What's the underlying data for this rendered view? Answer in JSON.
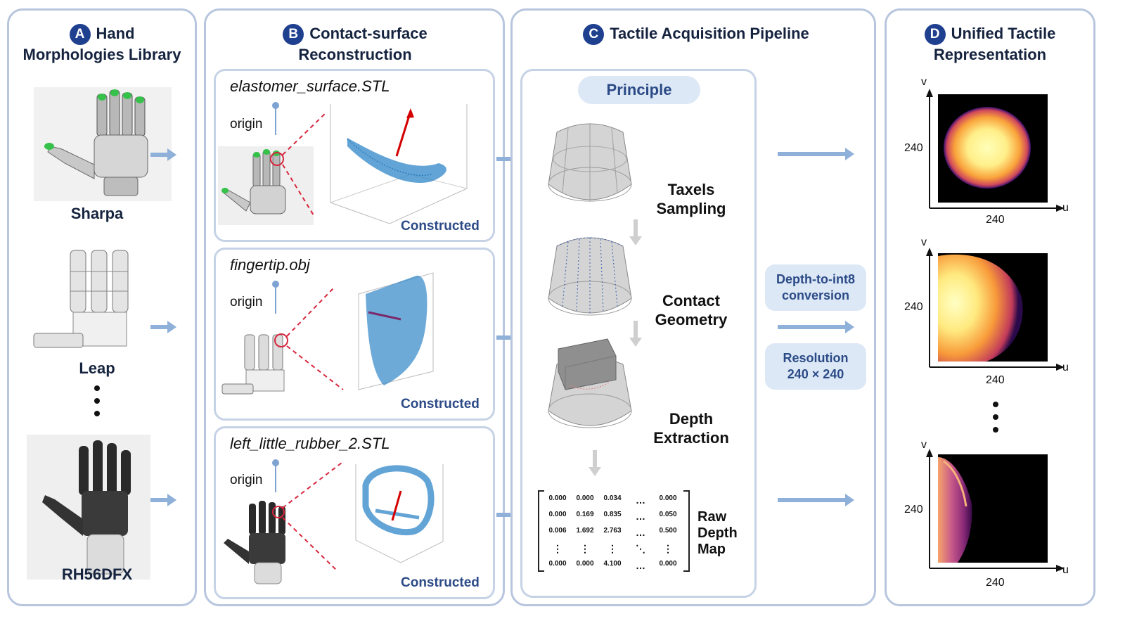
{
  "panels": {
    "a": {
      "badge": "A",
      "title_line1": "Hand",
      "title_line2": "Morphologies Library",
      "hands": [
        "Sharpa",
        "Leap",
        "RH56DFX"
      ]
    },
    "b": {
      "badge": "B",
      "title_line1": "Contact-surface",
      "title_line2": "Reconstruction",
      "files": [
        "elastomer_surface.STL",
        "fingertip.obj",
        "left_little_rubber_2.STL"
      ],
      "origin_label": "origin",
      "constructed_label": "Constructed"
    },
    "c": {
      "badge": "C",
      "title": "Tactile Acquisition Pipeline",
      "principle": "Principle",
      "steps": [
        {
          "l1": "Taxels",
          "l2": "Sampling"
        },
        {
          "l1": "Contact",
          "l2": "Geometry"
        },
        {
          "l1": "Depth",
          "l2": "Extraction"
        }
      ],
      "matrix": [
        [
          "0.000",
          "0.000",
          "0.034",
          "…",
          "0.000"
        ],
        [
          "0.000",
          "0.169",
          "0.835",
          "…",
          "0.050"
        ],
        [
          "0.006",
          "1.692",
          "2.763",
          "…",
          "0.500"
        ],
        [
          "⋮",
          "⋮",
          "⋮",
          "⋱",
          "⋮"
        ],
        [
          "0.000",
          "0.000",
          "4.100",
          "…",
          "0.000"
        ]
      ],
      "raw_label": [
        "Raw",
        "Depth",
        "Map"
      ]
    },
    "conv": {
      "c1l1": "Depth-to-int8",
      "c1l2": "conversion",
      "c2l1": "Resolution",
      "c2l2": "240 × 240"
    },
    "d": {
      "badge": "D",
      "title_line1": "Unified Tactile",
      "title_line2": "Representation",
      "axis_v": "v",
      "axis_u": "u",
      "res": "240"
    }
  },
  "colors": {
    "border": "#b7c6de",
    "arrow": "#8fb0d8",
    "badge": "#1f3f8f",
    "accent": "#2b4a86",
    "dash": "#d7263d"
  },
  "icons": [
    "robot-hand-image",
    "point-cloud-3d-plot",
    "dome-mesh-model",
    "heatmap-image"
  ]
}
